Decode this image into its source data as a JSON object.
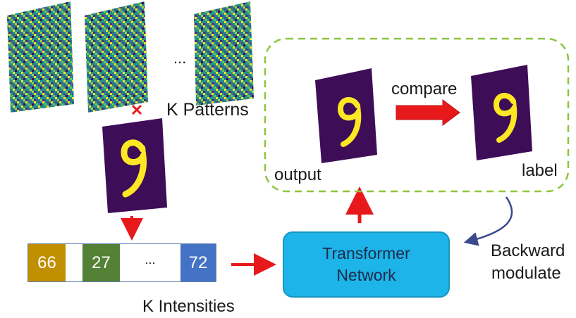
{
  "diagram": {
    "patterns": {
      "ellipsis": "...",
      "label": "K Patterns",
      "multiply_symbol": "×"
    },
    "intensities": {
      "cells": [
        {
          "value": "66",
          "color": "#c08f00"
        },
        {
          "value": "",
          "color": "#ffffff"
        },
        {
          "value": "27",
          "color": "#538135"
        },
        {
          "value": "...",
          "color": "#ffffff"
        },
        {
          "value": "72",
          "color": "#4472c4"
        }
      ],
      "label": "K Intensities"
    },
    "network": {
      "line1": "Transformer",
      "line2": "Network"
    },
    "comparison": {
      "compare_label": "compare",
      "output_label": "output",
      "label_label": "label",
      "digit": "9"
    },
    "feedback": {
      "line1": "Backward",
      "line2": "modulate"
    },
    "colors": {
      "arrow_red": "#e8191b",
      "dashed_green": "#8dc63f",
      "digit_bg": "#3e0d57",
      "digit_fg": "#fde725",
      "feedback_arrow": "#3a4a8a",
      "network_fill": "#1cb4e9"
    }
  }
}
